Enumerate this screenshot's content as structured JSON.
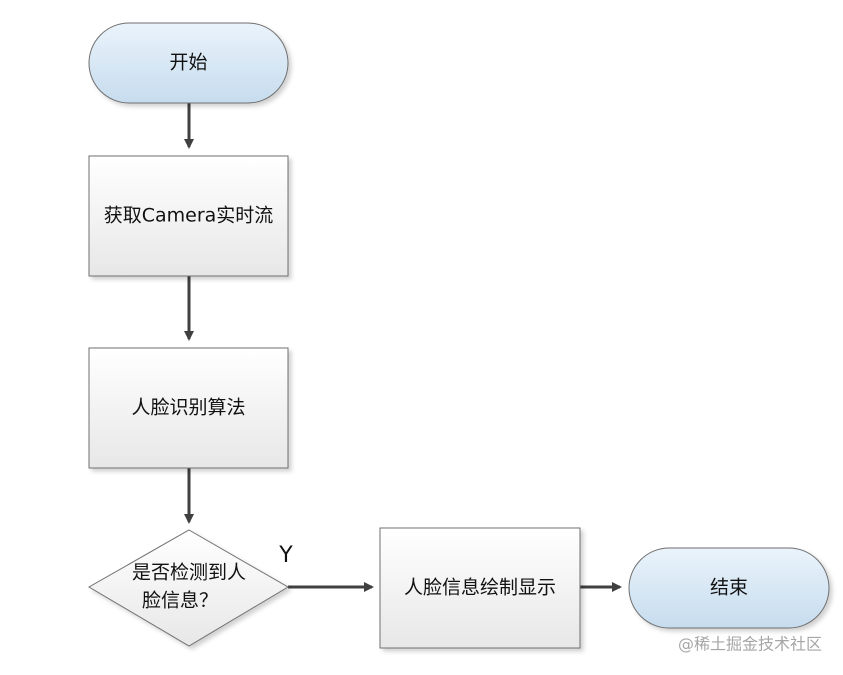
{
  "nodes": {
    "start": {
      "label": "开始",
      "shape": "terminator"
    },
    "get_camera": {
      "label": "获取Camera实时流",
      "shape": "process"
    },
    "face_algorithm": {
      "label": "人脸识别算法",
      "shape": "process"
    },
    "decision": {
      "line1": "是否检测到人",
      "line2": "脸信息？",
      "shape": "decision"
    },
    "draw_info": {
      "label": "人脸信息绘制显示",
      "shape": "process"
    },
    "end": {
      "label": "结束",
      "shape": "terminator"
    }
  },
  "edges": {
    "yes_label": "Y"
  },
  "watermark": "@稀土掘金技术社区",
  "colors": {
    "terminator_fill_top": "#eaf3fb",
    "terminator_fill_bottom": "#c6dcee",
    "terminator_stroke": "#707070",
    "process_fill_top": "#ffffff",
    "process_fill_bottom": "#e7e7e7",
    "process_stroke": "#707070",
    "connector": "#404040",
    "watermark": "#a6a6a6"
  }
}
